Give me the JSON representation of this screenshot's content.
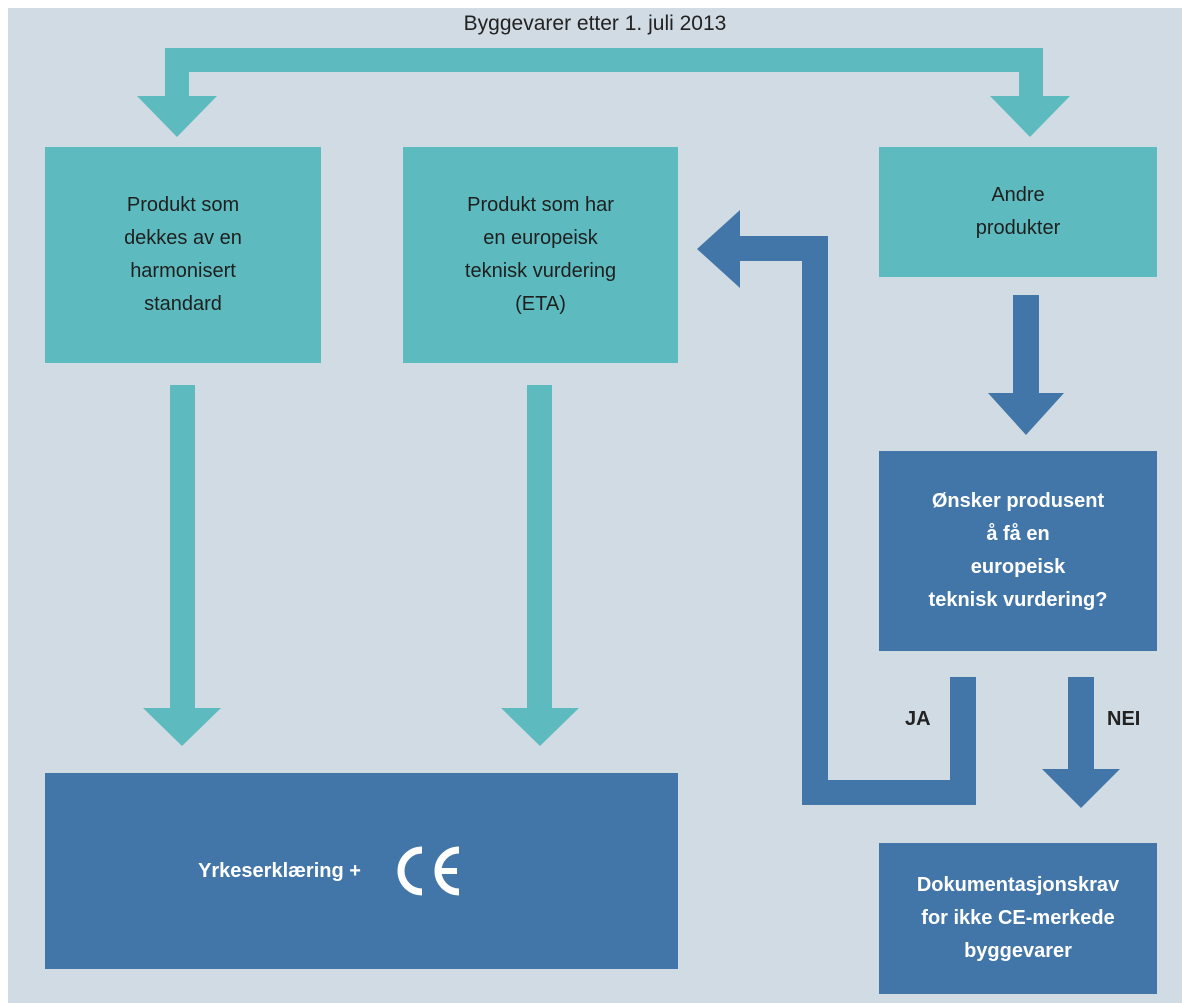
{
  "title": "Byggevarer etter 1. juli 2013",
  "boxes": {
    "harmonised": "Produkt som\ndekkes av en\nharmonisert\nstandard",
    "eta": "Produkt som har\nen europeisk\nteknisk vurdering\n(ETA)",
    "other": "Andre\nprodukter",
    "question": "Ønsker produsent\nå få en\neuropeisk\nteknisk vurdering?",
    "ce_label": "Yrkeserklæring +",
    "documentation": "Dokumentasjonskrav\nfor ikke CE-merkede\nbyggevarer"
  },
  "branches": {
    "yes": "JA",
    "no": "NEI"
  },
  "colors": {
    "background": "#d1dbe3",
    "teal": "#5dbbc0",
    "blue": "#4276a8"
  },
  "icons": {
    "ce_mark": "ce-marking-logo"
  }
}
